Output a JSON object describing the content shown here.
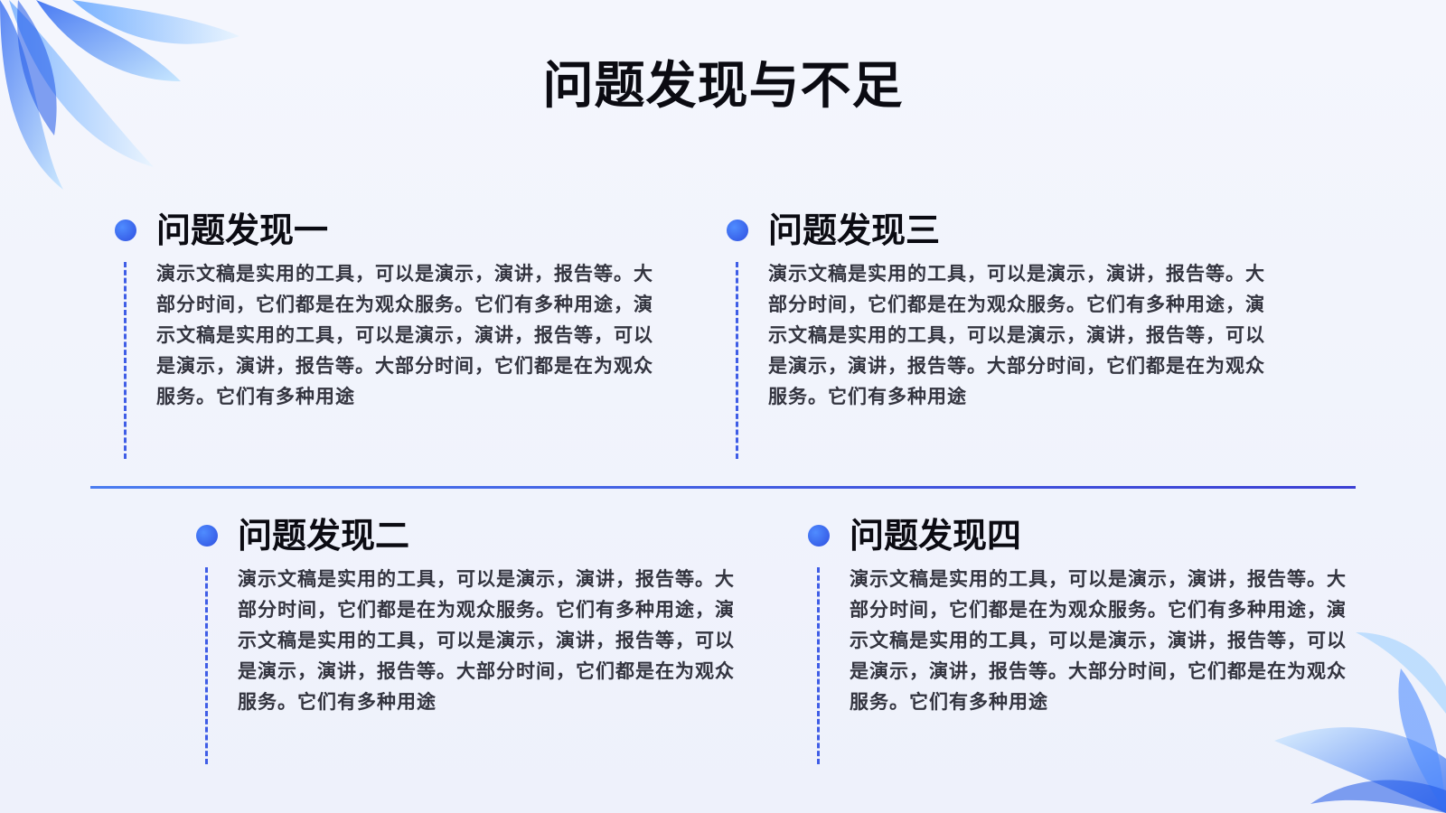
{
  "title": "问题发现与不足",
  "colors": {
    "accent": "#3f5de6",
    "accent_light": "#4f8cff",
    "title": "#0b0b12",
    "body": "#33343f"
  },
  "cards": [
    {
      "title": "问题发现一",
      "body": "演示文稿是实用的工具，可以是演示，演讲，报告等。大部分时间，它们都是在为观众服务。它们有多种用途，演示文稿是实用的工具，可以是演示，演讲，报告等，可以是演示，演讲，报告等。大部分时间，它们都是在为观众服务。它们有多种用途"
    },
    {
      "title": "问题发现三",
      "body": "演示文稿是实用的工具，可以是演示，演讲，报告等。大部分时间，它们都是在为观众服务。它们有多种用途，演示文稿是实用的工具，可以是演示，演讲，报告等，可以是演示，演讲，报告等。大部分时间，它们都是在为观众服务。它们有多种用途"
    },
    {
      "title": "问题发现二",
      "body": "演示文稿是实用的工具，可以是演示，演讲，报告等。大部分时间，它们都是在为观众服务。它们有多种用途，演示文稿是实用的工具，可以是演示，演讲，报告等，可以是演示，演讲，报告等。大部分时间，它们都是在为观众服务。它们有多种用途"
    },
    {
      "title": "问题发现四",
      "body": "演示文稿是实用的工具，可以是演示，演讲，报告等。大部分时间，它们都是在为观众服务。它们有多种用途，演示文稿是实用的工具，可以是演示，演讲，报告等，可以是演示，演讲，报告等。大部分时间，它们都是在为观众服务。它们有多种用途"
    }
  ]
}
